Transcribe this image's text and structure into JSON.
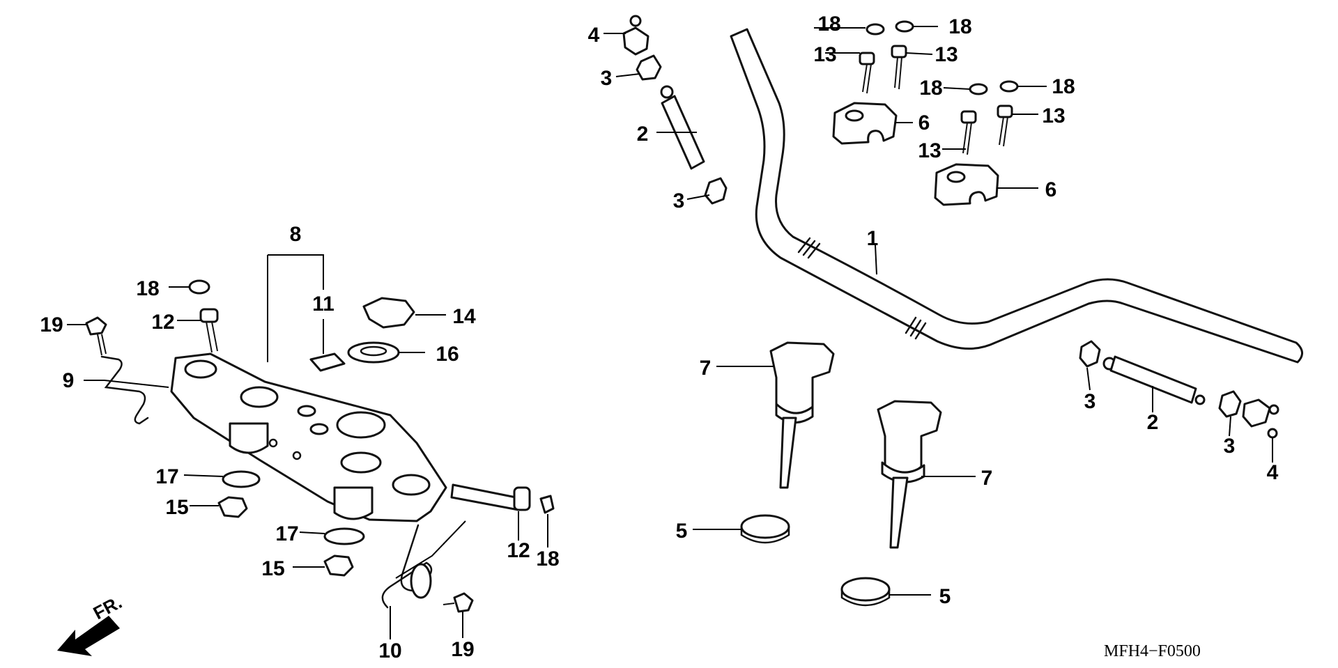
{
  "drawing_code": "MFH4−F0500",
  "front_marker": "FR.",
  "callouts": {
    "c1": "1",
    "c2a": "2",
    "c2b": "2",
    "c3a": "3",
    "c3b": "3",
    "c3c": "3",
    "c3d": "3",
    "c4a": "4",
    "c4b": "4",
    "c5a": "5",
    "c5b": "5",
    "c6a": "6",
    "c6b": "6",
    "c7a": "7",
    "c7b": "7",
    "c8": "8",
    "c9": "9",
    "c10": "10",
    "c11": "11",
    "c12a": "12",
    "c12b": "12",
    "c13a": "13",
    "c13b": "13",
    "c13c": "13",
    "c13d": "13",
    "c14": "14",
    "c15a": "15",
    "c15b": "15",
    "c16": "16",
    "c17a": "17",
    "c17b": "17",
    "c18a": "18",
    "c18b": "18",
    "c18c": "18",
    "c18d": "18",
    "c18e": "18",
    "c18f": "18",
    "c19a": "19",
    "c19b": "19"
  }
}
